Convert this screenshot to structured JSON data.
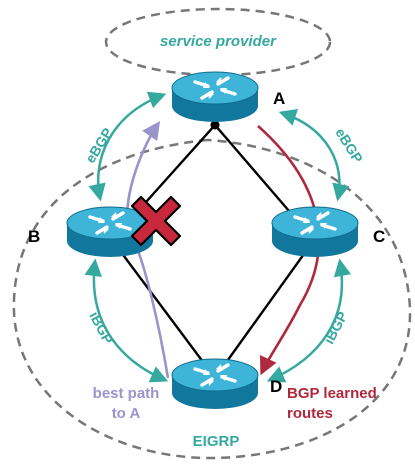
{
  "labels": {
    "service_provider": "service provider",
    "node_a": "A",
    "node_b": "B",
    "node_c": "C",
    "node_d": "D",
    "ebgp_left": "eBGP",
    "ebgp_right": "eBGP",
    "ibgp_left": "iBGP",
    "ibgp_right": "iBGP",
    "best_path_line1": "best path",
    "best_path_line2": "to A",
    "bgp_learned_line1": "BGP learned",
    "bgp_learned_line2": "routes",
    "eigrp": "EIGRP"
  },
  "colors": {
    "router_fill": "#1a8fb8",
    "router_top": "#3eb5d8",
    "session_arrow": "#35a8a0",
    "best_path": "#9b93cc",
    "bgp_learned": "#b0283e",
    "failure_mark": "#c8283c",
    "cloud_border": "#777777"
  },
  "icons": {
    "router": "router-icon",
    "failure": "x-mark-icon"
  }
}
